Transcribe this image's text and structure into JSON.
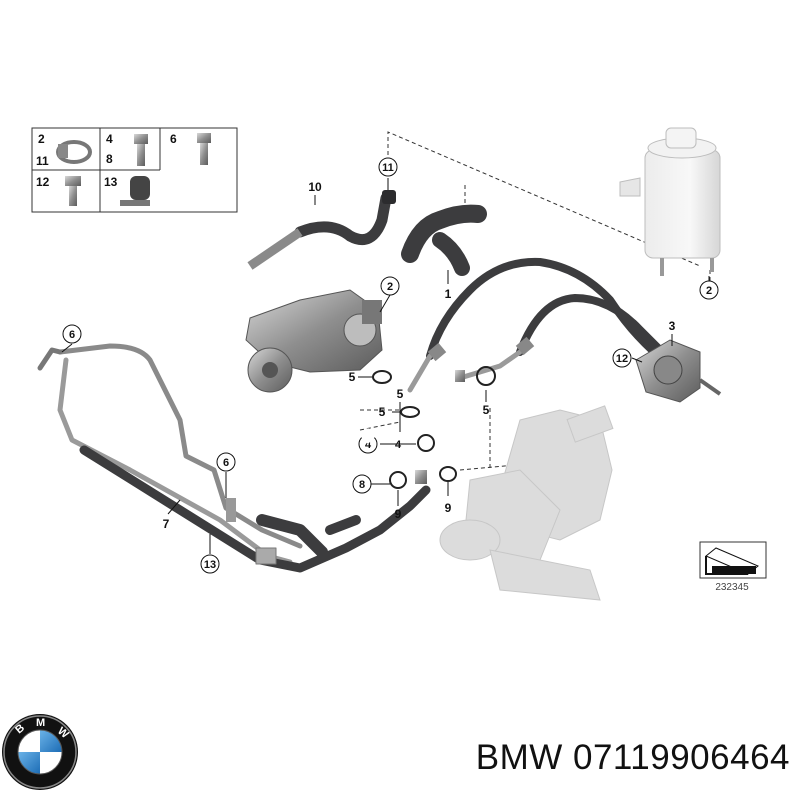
{
  "legend": {
    "cells": [
      {
        "labels": [
          "2",
          "11"
        ]
      },
      {
        "labels": [
          "4",
          "8"
        ]
      },
      {
        "labels": [
          "6"
        ]
      },
      {
        "labels": [
          "12"
        ]
      },
      {
        "labels": [
          "13"
        ]
      }
    ]
  },
  "callouts": {
    "c1": "1",
    "c2a": "2",
    "c2b": "2",
    "c3": "3",
    "c4a": "4",
    "c4b": "4",
    "c5a": "5",
    "c5b": "5",
    "c5c": "5",
    "c5d": "5",
    "c6a": "6",
    "c6b": "6",
    "c7": "7",
    "c8": "8",
    "c9a": "9",
    "c9b": "9",
    "c10": "10",
    "c11": "11",
    "c12": "12",
    "c13": "13"
  },
  "reference_number": "232345",
  "footer": {
    "brand_part_number": "BMW 07119906464"
  },
  "colors": {
    "hose": "#3c3c3e",
    "line": "#111111",
    "ghost": "#d8d8d8",
    "metal": "#9a9a9a"
  }
}
